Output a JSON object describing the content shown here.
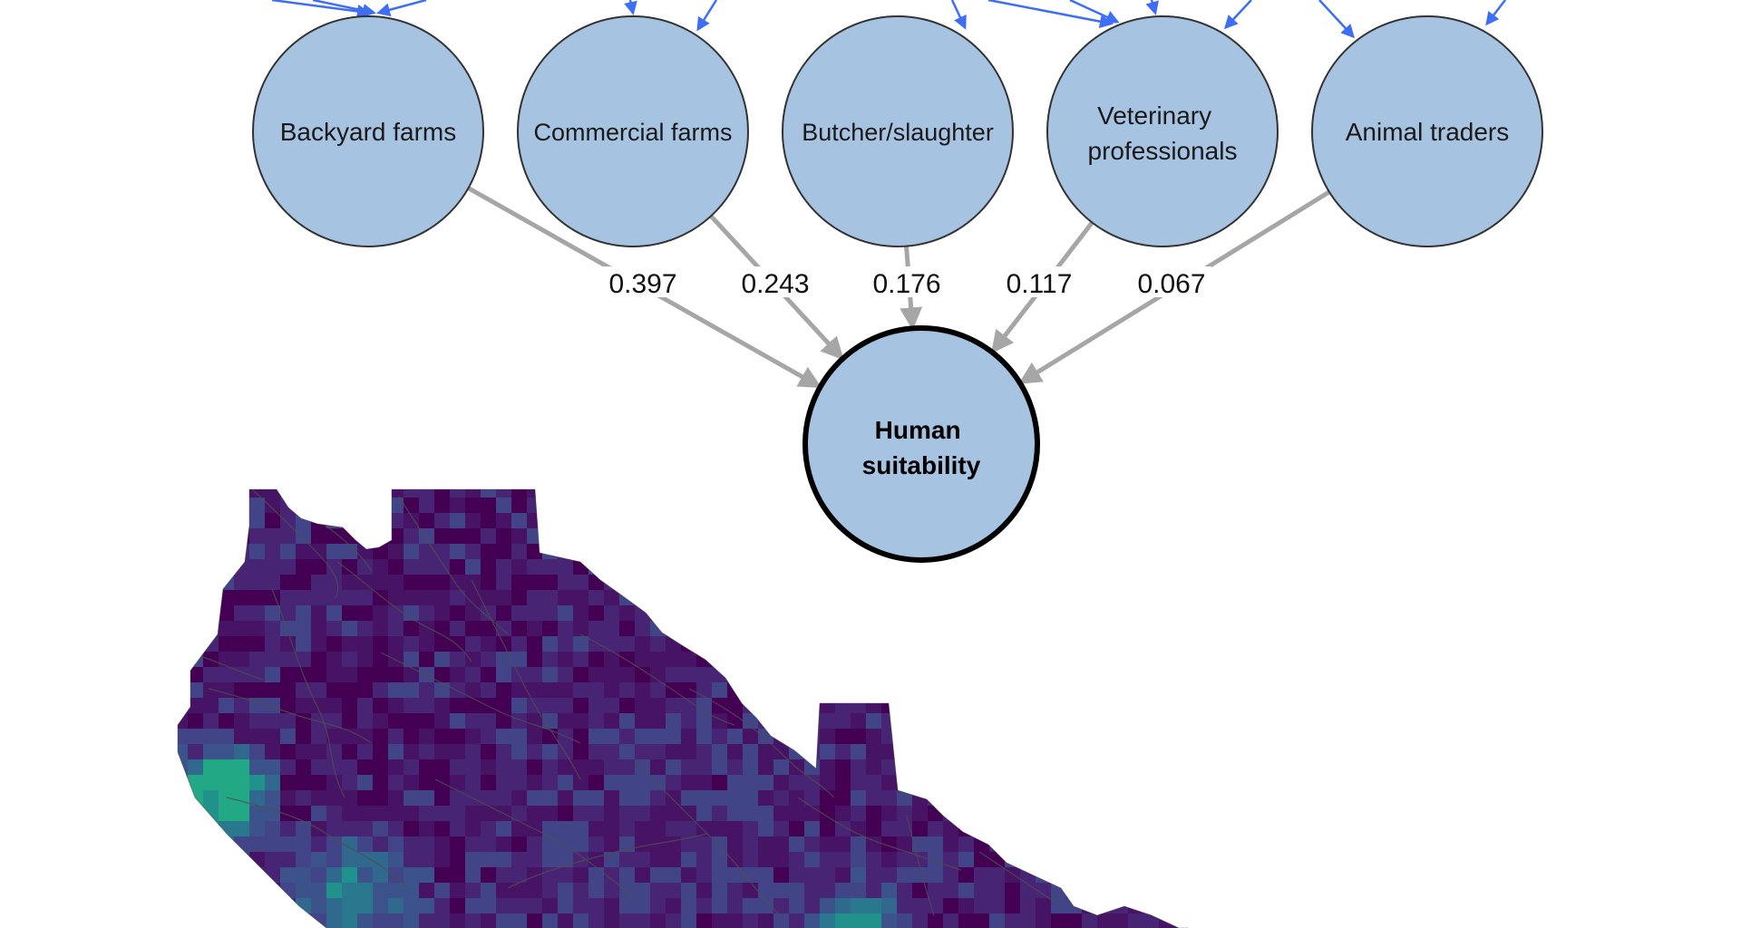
{
  "diagram": {
    "source_nodes": [
      {
        "id": "backyard",
        "lines": [
          "Backyard farms"
        ]
      },
      {
        "id": "commercial",
        "lines": [
          "Commercial farms"
        ]
      },
      {
        "id": "butcher",
        "lines": [
          "Butcher/slaughter"
        ]
      },
      {
        "id": "veterinary",
        "lines": [
          "Veterinary",
          "professionals"
        ]
      },
      {
        "id": "traders",
        "lines": [
          "Animal traders"
        ]
      }
    ],
    "target_node": {
      "id": "human",
      "lines": [
        "Human",
        "suitability"
      ]
    },
    "edges": [
      {
        "from": "backyard",
        "weight": 0.397,
        "label": "0.397"
      },
      {
        "from": "commercial",
        "weight": 0.243,
        "label": "0.243"
      },
      {
        "from": "butcher",
        "weight": 0.176,
        "label": "0.176"
      },
      {
        "from": "veterinary",
        "weight": 0.117,
        "label": "0.117"
      },
      {
        "from": "traders",
        "weight": 0.067,
        "label": "0.067"
      }
    ],
    "colors": {
      "node_fill": "#a7c3e2",
      "node_stroke": "#333333",
      "target_stroke": "#000000",
      "edge": "#a6a6a6",
      "upstream_arrow": "#3d6ef5",
      "map_border": "#4f4f4f",
      "map_palette": [
        "#440154",
        "#471365",
        "#482475",
        "#414487",
        "#3b528b",
        "#31688e",
        "#2a788e",
        "#21918c",
        "#22a884"
      ]
    }
  }
}
